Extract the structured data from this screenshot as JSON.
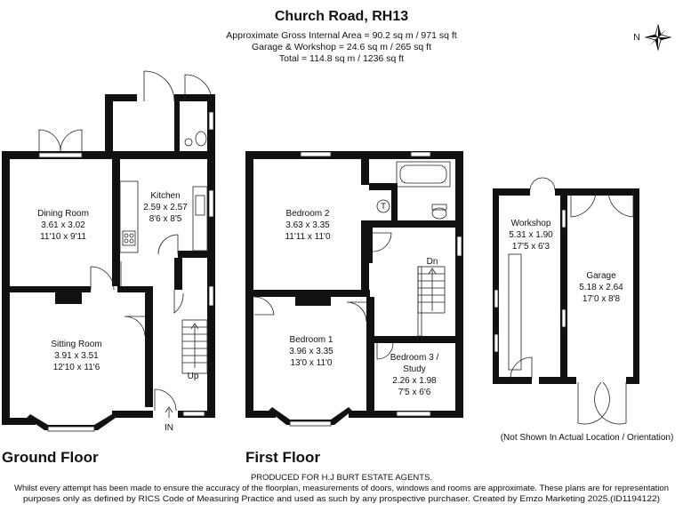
{
  "header": {
    "title": "Church Road, RH13",
    "gross_area": "Approximate Gross Internal Area = 90.2 sq m / 971 sq ft",
    "garage_area": "Garage & Workshop = 24.6 sq m / 265 sq ft",
    "total_area": "Total = 114.8 sq m / 1236 sq ft"
  },
  "compass": {
    "label": "N",
    "icon": "compass-rose-icon"
  },
  "ground_floor": {
    "label": "Ground Floor",
    "entrance": "IN",
    "stairs": "Up",
    "rooms": [
      {
        "name": "Dining Room",
        "metric": "3.61 x 3.02",
        "imperial": "11'10 x 9'11"
      },
      {
        "name": "Kitchen",
        "metric": "2.59 x 2.57",
        "imperial": "8'6 x 8'5"
      },
      {
        "name": "Sitting Room",
        "metric": "3.91 x 3.51",
        "imperial": "12'10 x 11'6"
      }
    ]
  },
  "first_floor": {
    "label": "First Floor",
    "stairs": "Dn",
    "cylinder": "T",
    "rooms": [
      {
        "name": "Bedroom 2",
        "metric": "3.63 x 3.35",
        "imperial": "11'11 x 11'0"
      },
      {
        "name": "Bedroom 1",
        "metric": "3.96 x 3.35",
        "imperial": "13'0 x 11'0"
      },
      {
        "name": "Bedroom 3 /",
        "name2": "Study",
        "metric": "2.26 x 1.98",
        "imperial": "7'5 x 6'6"
      }
    ]
  },
  "outbuildings": {
    "rooms": [
      {
        "name": "Workshop",
        "metric": "5.31 x 1.90",
        "imperial": "17'5 x 6'3"
      },
      {
        "name": "Garage",
        "metric": "5.18 x 2.64",
        "imperial": "17'0 x 8'8"
      }
    ],
    "note": "(Not Shown In Actual Location / Orientation)"
  },
  "footer": {
    "produced_for": "PRODUCED FOR H.J BURT ESTATE AGENTS.",
    "disclaimer_1": "Whilst every attempt has been made to ensure the accuracy of the floorplan, measurements of doors, windows and rooms are approximate. These plans are for representation",
    "disclaimer_2": "purposes only as defined by RICS Code of Measuring Practice and used as such by any prospective purchaser. Created by Emzo Marketing 2025.(ID1194122)"
  }
}
